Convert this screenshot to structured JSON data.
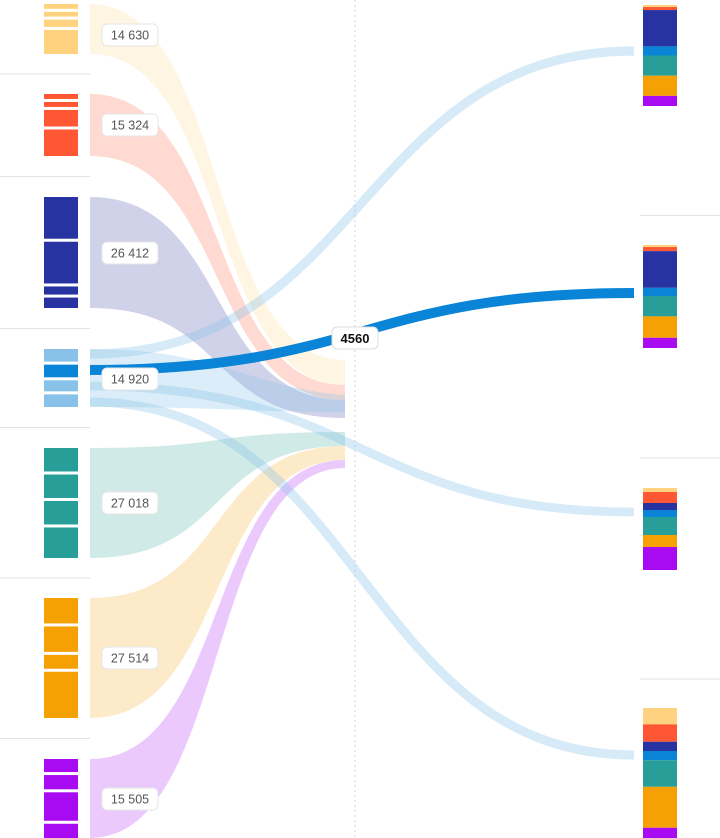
{
  "chart_data": {
    "type": "sankey",
    "title": "",
    "sources": [
      {
        "id": "s1",
        "total": 14630,
        "label": "14 630",
        "color": "#FFD27F",
        "segments": [
          2,
          2,
          3,
          10
        ]
      },
      {
        "id": "s2",
        "total": 15324,
        "label": "15 324",
        "color": "#FF5733",
        "segments": [
          3,
          3,
          10,
          16
        ]
      },
      {
        "id": "s3",
        "total": 26412,
        "label": "26 412",
        "color": "#2733A0",
        "segments": [
          36,
          36,
          7,
          9
        ]
      },
      {
        "id": "s4",
        "total": 14920,
        "label": "14 920",
        "color": "#89C2E8",
        "highlight_color": "#0A84D6",
        "segments": [
          8,
          8,
          7,
          8
        ]
      },
      {
        "id": "s5",
        "total": 27018,
        "label": "27 018",
        "color": "#279E98",
        "segments": [
          20,
          20,
          20,
          26
        ]
      },
      {
        "id": "s6",
        "total": 27514,
        "label": "27 514",
        "color": "#F5A103",
        "segments": [
          22,
          22,
          12,
          40
        ]
      },
      {
        "id": "s7",
        "total": 15505,
        "label": "15 505",
        "color": "#A80BF2",
        "segments": [
          11,
          12,
          24,
          12
        ]
      }
    ],
    "targets": [
      {
        "id": "t1",
        "composition": [
          [
            "s1",
            2
          ],
          [
            "s2",
            3
          ],
          [
            "s3",
            36
          ],
          [
            "s4",
            9
          ],
          [
            "s5",
            20
          ],
          [
            "s6",
            20
          ],
          [
            "s7",
            10
          ]
        ]
      },
      {
        "id": "t2",
        "composition": [
          [
            "s1",
            2
          ],
          [
            "s2",
            4
          ],
          [
            "s3",
            36
          ],
          [
            "s4",
            8
          ],
          [
            "s5",
            20
          ],
          [
            "s6",
            21
          ],
          [
            "s7",
            10
          ]
        ]
      },
      {
        "id": "t3",
        "composition": [
          [
            "s1",
            4
          ],
          [
            "s2",
            11
          ],
          [
            "s3",
            7
          ],
          [
            "s4",
            7
          ],
          [
            "s5",
            18
          ],
          [
            "s6",
            12
          ],
          [
            "s7",
            23
          ]
        ]
      },
      {
        "id": "t4",
        "composition": [
          [
            "s1",
            16
          ],
          [
            "s2",
            17
          ],
          [
            "s3",
            9
          ],
          [
            "s4",
            9
          ],
          [
            "s5",
            26
          ],
          [
            "s6",
            40
          ],
          [
            "s7",
            10
          ]
        ]
      }
    ],
    "flows": [
      {
        "from": "s4",
        "to": "t1",
        "value": 3600
      },
      {
        "from": "s4",
        "to": "t2",
        "value": 4560
      },
      {
        "from": "s4",
        "to": "t3",
        "value": 3200
      },
      {
        "from": "s4",
        "to": "t4",
        "value": 3560
      }
    ],
    "highlighted_flow": {
      "from": "s4",
      "to": "t2",
      "label": "4560"
    },
    "legend": "none",
    "grid": false
  }
}
